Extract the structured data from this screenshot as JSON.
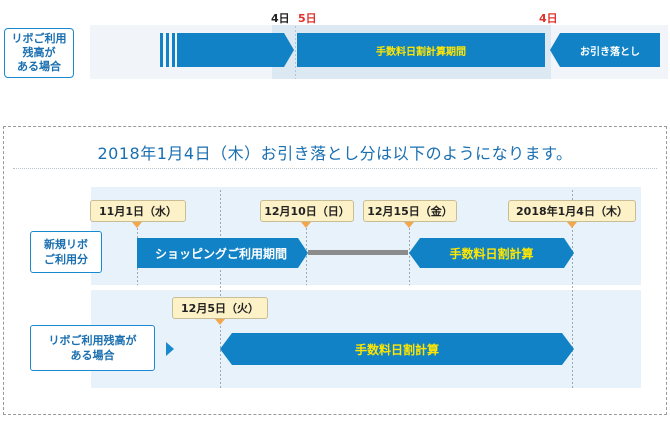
{
  "top": {
    "side_label": "リボご利用\n残高が\nある場合",
    "day_4": "4日",
    "day_5": "5日",
    "day_4b": "4日",
    "bar_fee": "手数料日割計算期間",
    "bar_withdraw": "お引き落とし"
  },
  "panel": {
    "title": "2018年1月4日（木）お引き落とし分は以下のようになります。",
    "row1": {
      "label": "新規リボ\nご利用分",
      "date_1": "11月1日（水）",
      "date_2": "12月10日（日）",
      "date_3": "12月15日（金）",
      "date_4": "2018年1月4日（木）",
      "bar_shopping": "ショッピングご利用期間",
      "bar_fee": "手数料日割計算"
    },
    "row2": {
      "label": "リボご利用残高が\nある場合",
      "date_1": "12月5日（火）",
      "bar_fee": "手数料日割計算"
    }
  },
  "colors": {
    "bar_blue": "#1182c5",
    "text_yellow": "#ffe600",
    "label_blue": "#1a6fb0",
    "grey_line": "#8c8c8c",
    "callout_bg": "#fdf1c7",
    "tip_orange": "#f3a64a"
  }
}
